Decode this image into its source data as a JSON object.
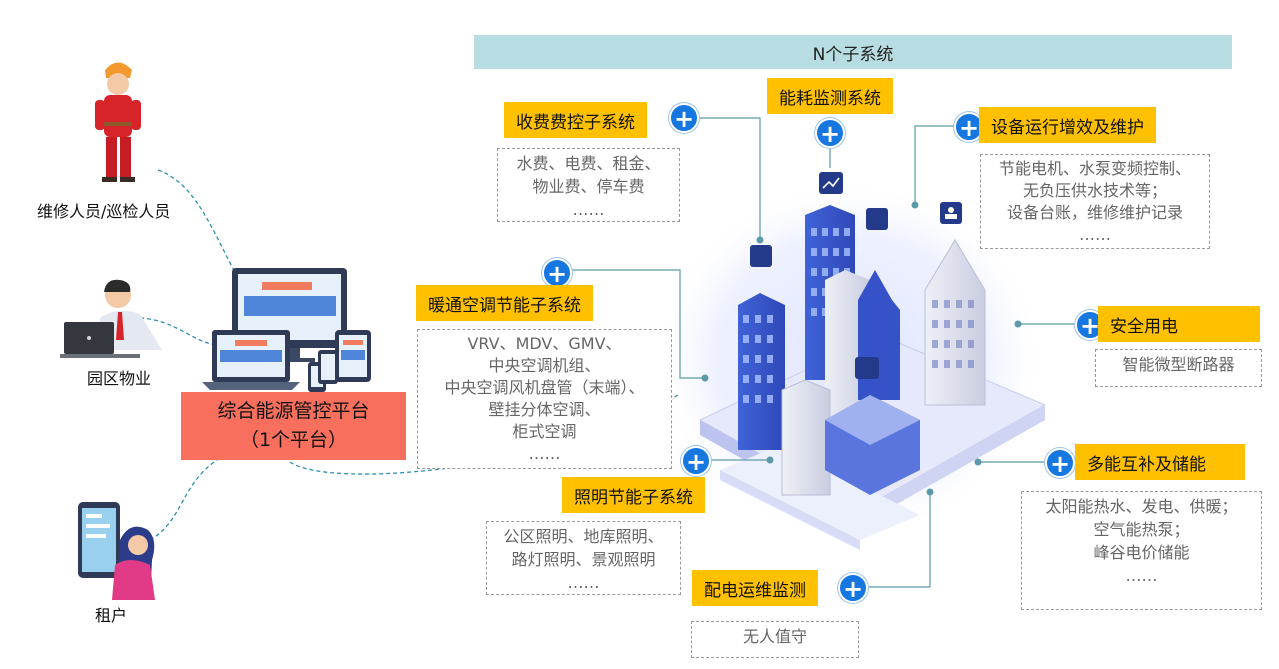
{
  "header": {
    "title": "N个子系统"
  },
  "platform": {
    "line1": "综合能源管控平台",
    "line2": "（1个平台）"
  },
  "people": {
    "maintenance": "维修人员/巡检人员",
    "property": "园区物业",
    "tenant": "租户"
  },
  "subsystems": {
    "billing": {
      "title": "收费费控子系统",
      "items": [
        "水费、电费、租金、",
        "物业费、停车费",
        "……"
      ]
    },
    "energy_monitor": {
      "title": "能耗监测系统"
    },
    "equipment": {
      "title": "设备运行增效及维护",
      "items": [
        "节能电机、水泵变频控制、",
        "无负压供水技术等；",
        "设备台账，维修维护记录",
        "……"
      ]
    },
    "hvac": {
      "title": "暖通空调节能子系统",
      "items": [
        "VRV、MDV、GMV、",
        "中央空调机组、",
        "中央空调风机盘管（末端）、",
        "壁挂分体空调、",
        "柜式空调",
        "……"
      ]
    },
    "safety": {
      "title": "安全用电",
      "items": [
        "智能微型断路器"
      ]
    },
    "multi_energy": {
      "title": "多能互补及储能",
      "items": [
        "太阳能热水、发电、供暖；",
        "空气能热泵；",
        "峰谷电价储能",
        "……"
      ]
    },
    "lighting": {
      "title": "照明节能子系统",
      "items": [
        "公区照明、地库照明、",
        "路灯照明、景观照明",
        "……"
      ]
    },
    "power_dist": {
      "title": "配电运维监测",
      "items": [
        "无人值守"
      ]
    }
  },
  "icons": {
    "plus": "+",
    "colors": {
      "accent": "#1677e0",
      "label_bg": "#ffc000",
      "platform_bg": "#f8705d",
      "header_bg": "#b7dde2"
    }
  }
}
